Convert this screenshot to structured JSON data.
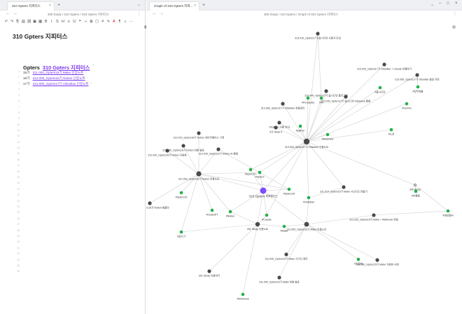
{
  "left_pane": {
    "tab_title": "310 Gpters 지피터스",
    "breadcrumb": "306 Study  /  310 Gpters  /  310 Gpters 지피터스",
    "toolbar_icons": [
      "undo-icon",
      "redo-icon",
      "copy-icon",
      "paste-icon",
      "link-icon",
      "image-icon",
      "table-icon",
      "bold-icon",
      "italic-icon",
      "strike-icon",
      "heading-icon",
      "list-icon",
      "checklist-icon",
      "quote-icon",
      "code-icon",
      "embed-icon",
      "comment-icon",
      "tag-icon",
      "highlight-icon",
      "font-color-icon",
      "format-icon",
      "search-icon",
      "more-icon"
    ],
    "document": {
      "title": "310 Gpters 지피터스",
      "heading_prefix": "Gpters",
      "heading_link": "310 Gpters 지피터스",
      "lines": [
        {
          "num": "15기",
          "link": "311.000_Gpters15기 Make 인증노트"
        },
        {
          "num": "16기",
          "link": "312.000_Gpters16기 Notion 인증노트"
        },
        {
          "num": "17기",
          "link": "313.000_Gpters17기 Obsidian 인증노트"
        }
      ],
      "line_numbers": [
        "1",
        "2",
        "3",
        "4",
        "5",
        "6",
        "7",
        "8",
        "9",
        "10",
        "11",
        "12",
        "13",
        "14",
        "15",
        "16",
        "17",
        "18",
        "19",
        "20",
        "21",
        "22",
        "23",
        "24",
        "25",
        "26",
        "27",
        "28",
        "29",
        "30",
        "31",
        "32",
        "33",
        "34",
        "35"
      ]
    }
  },
  "right_pane": {
    "tab_title": "Graph of 310 Gpters 지피...",
    "breadcrumb": "306 Study  /  310 Gpters  /  Graph of 310 Gpters 지피터스",
    "window_controls": [
      "minimize-icon",
      "maximize-icon",
      "close-icon"
    ]
  },
  "graph": {
    "colors": {
      "dark": "#4a4a4a",
      "green": "#22b14c",
      "purple": "#7c4dff",
      "gray": "#b0b0b0",
      "edge": "#cfcfcf"
    },
    "center_node": "310 Gpters 지피터스",
    "nodes": [
      {
        "id": "n0",
        "label": "310 Gpters 지피터스",
        "type": "purple"
      },
      {
        "id": "n1",
        "label": "313.000_Gpters17기 Obsidian 인증노트",
        "type": "dark"
      },
      {
        "id": "n2",
        "label": "312.000_Gpters16기 Notion 인증노트",
        "type": "dark"
      },
      {
        "id": "n3",
        "label": "311.000_Gpters15기 Make 인증노트",
        "type": "dark"
      },
      {
        "id": "n4",
        "label": "301 Study 인증노트",
        "type": "dark"
      },
      {
        "id": "n5",
        "label": "#Gpters17",
        "type": "green"
      },
      {
        "id": "n6",
        "label": "#Gpters",
        "type": "green"
      },
      {
        "id": "n7",
        "label": "#Obsidian",
        "type": "green"
      },
      {
        "id": "n8",
        "label": "#Gpters16",
        "type": "green"
      },
      {
        "id": "n9",
        "label": "#Claude",
        "type": "green"
      },
      {
        "id": "n10",
        "label": "#Notion",
        "type": "green"
      },
      {
        "id": "n11",
        "label": "#Make",
        "type": "green"
      },
      {
        "id": "n12",
        "label": "#Gpters15",
        "type": "green"
      },
      {
        "id": "n13",
        "label": "#AI",
        "type": "green"
      },
      {
        "id": "n14",
        "label": "#python",
        "type": "green"
      },
      {
        "id": "n15",
        "label": "#Perplexity",
        "type": "green"
      },
      {
        "id": "n16",
        "label": "#ChatGPT",
        "type": "green"
      },
      {
        "id": "n17",
        "label": "#자동화",
        "type": "green"
      },
      {
        "id": "n18",
        "label": "#생성형AI",
        "type": "green"
      },
      {
        "id": "n19",
        "label": "#AI활용",
        "type": "green"
      },
      {
        "id": "n20",
        "label": "#Gemini",
        "type": "green"
      },
      {
        "id": "n21",
        "label": "#노션",
        "type": "green"
      },
      {
        "id": "n22",
        "label": "#옵시디언",
        "type": "green"
      },
      {
        "id": "n23",
        "label": "#업무효율",
        "type": "green"
      },
      {
        "id": "n24",
        "label": "#Webhook",
        "type": "green"
      },
      {
        "id": "n25",
        "label": "#글쓰기",
        "type": "green"
      },
      {
        "id": "n26",
        "label": "#Dataview",
        "type": "green"
      },
      {
        "id": "n27",
        "label": "313.010_Gpters17기 옵시디언 사용자 모임",
        "type": "dark"
      },
      {
        "id": "n28",
        "label": "313.020_Gpters17기 Obsidian + Claude 연결하기",
        "type": "dark"
      },
      {
        "id": "n29",
        "label": "313.030_Gpters17기 옵시디언 Dataview 활용",
        "type": "dark"
      },
      {
        "id": "n30",
        "label": "313.040_Gpters17기 옵시디언 플러그인",
        "type": "dark"
      },
      {
        "id": "n31",
        "label": "313.050_Gpters17기 Obsidian 발표 자료",
        "type": "dark"
      },
      {
        "id": "n32",
        "label": "313.060_Gpters17기 Obsidian 최종정리",
        "type": "dark"
      },
      {
        "id": "n33",
        "label": "Obsidian 사용 안내",
        "type": "dark"
      },
      {
        "id": "n34",
        "label": "4기 Read it",
        "type": "dark"
      },
      {
        "id": "n35",
        "label": "312.010_Gpters16기 Notion 데이터베이스 구축",
        "type": "dark"
      },
      {
        "id": "n36",
        "label": "312.020_Gpters16기 Notion 자동화",
        "type": "dark"
      },
      {
        "id": "n37",
        "label": "312.030_Gpters16기 Notion AI 활용",
        "type": "dark"
      },
      {
        "id": "n38",
        "label": "312.040_Gpters16기 Notion 템플릿",
        "type": "dark"
      },
      {
        "id": "n39",
        "label": "312.050_Gpters16기 Notion 최종 발표",
        "type": "dark"
      },
      {
        "id": "n40",
        "label": "311.010_Gpters15기 Make 시나리오 만들기",
        "type": "dark"
      },
      {
        "id": "n41",
        "label": "311.020_Gpters15기 Make + Webhook 연결",
        "type": "dark"
      },
      {
        "id": "n42",
        "label": "311.030_Gpters15기 Make 자동화 사례",
        "type": "dark"
      },
      {
        "id": "n43",
        "label": "311.040_Gpters15기 Make 스터디 정리",
        "type": "dark"
      },
      {
        "id": "n44",
        "label": "311.050_Gpters15기 Make 최종 발표",
        "type": "dark"
      },
      {
        "id": "n45",
        "label": "301 Study 이용하기",
        "type": "dark"
      },
      {
        "id": "n46",
        "label": "306 Study",
        "type": "gray"
      }
    ]
  }
}
